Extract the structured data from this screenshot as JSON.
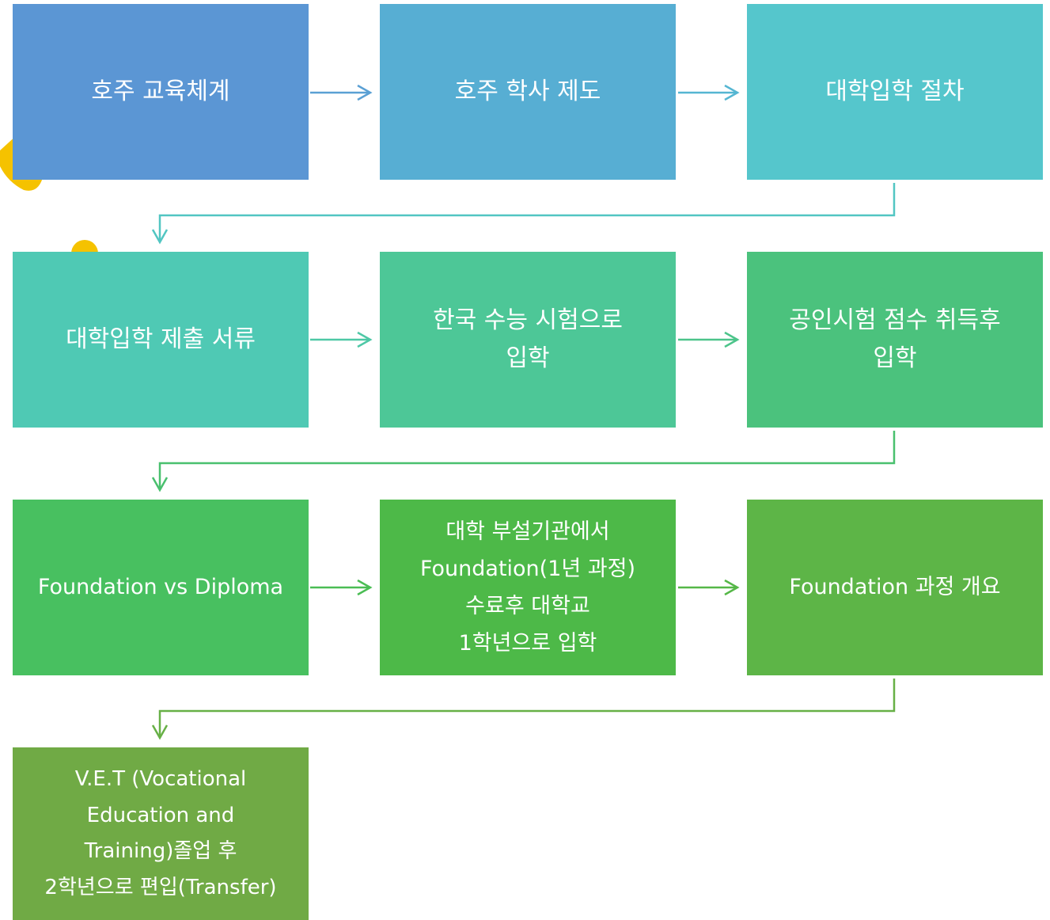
{
  "steps": [
    {
      "label": "호주 교육체계",
      "color": "#5B96D4"
    },
    {
      "label": "호주 학사 제도",
      "color": "#57AED3"
    },
    {
      "label": "대학입학 절차",
      "color": "#55C6CC"
    },
    {
      "label": "대학입학 제출 서류",
      "color": "#4FC9B4"
    },
    {
      "label": "한국 수능 시험으로\n입학",
      "color": "#4DC797"
    },
    {
      "label": "공인시험 점수 취득후\n입학",
      "color": "#4BC27D"
    },
    {
      "label": "Foundation vs Diploma",
      "color": "#48C060"
    },
    {
      "label": "대학 부설기관에서\nFoundation(1년 과정)\n수료후 대학교\n1학년으로 입학",
      "color": "#4DB948"
    },
    {
      "label": "Foundation 과정 개요",
      "color": "#5DB547"
    },
    {
      "label": "V.E.T (Vocational\nEducation and\nTraining)졸업 후\n2학년으로 편입(Transfer)",
      "color": "#70AA45"
    }
  ],
  "decoration_color": "#F5C200"
}
